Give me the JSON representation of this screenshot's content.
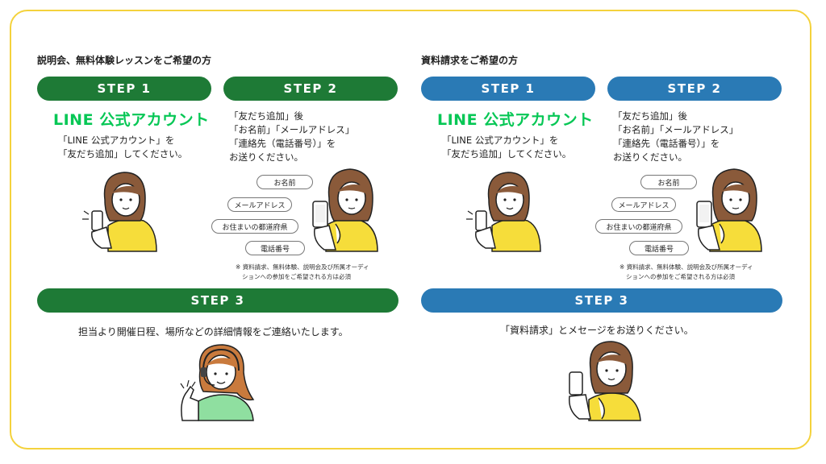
{
  "left": {
    "title": "説明会、無料体験レッスンをご希望の方",
    "step1": {
      "label": "STEP 1",
      "brand": "LINE 公式アカウント",
      "lines": [
        "「LINE 公式アカウント」を",
        "「友だち追加」してください。"
      ]
    },
    "step2": {
      "label": "STEP 2",
      "lines": [
        "「友だち追加」後",
        "「お名前」「メールアドレス」",
        "「連絡先（電話番号）」を",
        "お送りください。"
      ],
      "bubbles": [
        "お名前",
        "メールアドレス",
        "お住まいの都道府県",
        "電話番号"
      ],
      "note": [
        "※ 資料請求、無料体験、説明会及び所属オーディ",
        "ションへの参加をご希望される方は必須"
      ]
    },
    "step3": {
      "label": "STEP 3",
      "text": "担当より開催日程、場所などの詳細情報をご連絡いたします。"
    }
  },
  "right": {
    "title": "資料請求をご希望の方",
    "step1": {
      "label": "STEP 1",
      "brand": "LINE 公式アカウント",
      "lines": [
        "「LINE 公式アカウント」を",
        "「友だち追加」してください。"
      ]
    },
    "step2": {
      "label": "STEP 2",
      "lines": [
        "「友だち追加」後",
        "「お名前」「メールアドレス」",
        "「連絡先（電話番号）」を",
        "お送りください。"
      ],
      "bubbles": [
        "お名前",
        "メールアドレス",
        "お住まいの都道府県",
        "電話番号"
      ],
      "note": [
        "※ 資料請求、無料体験、説明会及び所属オーディ",
        "ションへの参加をご希望される方は必須"
      ]
    },
    "step3": {
      "label": "STEP 3",
      "text": "「資料請求」とメセージをお送りください。"
    }
  },
  "colors": {
    "green": "#1e7a36",
    "blue": "#2a7ab5",
    "line_brand": "#06c755",
    "border": "#f4d23c",
    "shirt_yellow": "#f6dd3a",
    "shirt_green": "#8fdfa0",
    "hair": "#8a5a3a"
  },
  "icons": [
    "woman-with-phone-icon",
    "woman-with-headset-icon"
  ]
}
